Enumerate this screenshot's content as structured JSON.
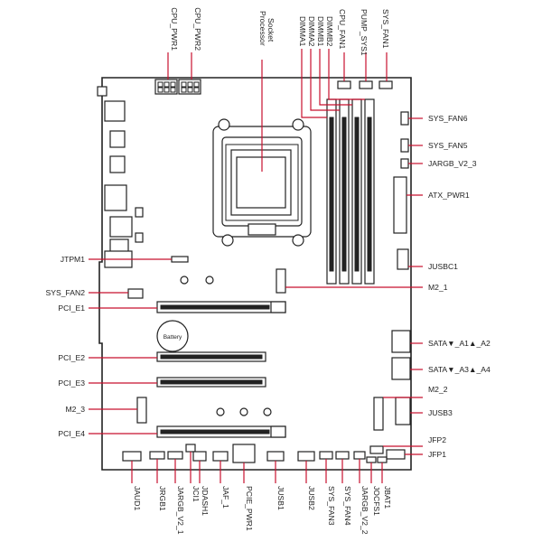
{
  "labels": {
    "cpu_pwr1": "CPU_PWR1",
    "cpu_pwr2": "CPU_PWR2",
    "processor_socket_line1": "Processor",
    "processor_socket_line2": "Socket",
    "dimmb2": "DIMMB2",
    "dimmb1": "DIMMB1",
    "dimma2": "DIMMA2",
    "dimma1": "DIMMA1",
    "cpu_fan1": "CPU_FAN1",
    "pump_sys1": "PUMP_SYS1",
    "sys_fan1": "SYS_FAN1",
    "sys_fan6": "SYS_FAN6",
    "sys_fan5": "SYS_FAN5",
    "jargb_v2_3": "JARGB_V2_3",
    "atx_pwr1": "ATX_PWR1",
    "jusbc1": "JUSBC1",
    "m2_1": "M2_1",
    "sata_a1_a2": "SATA▼_A1▲_A2",
    "sata_a3_a4": "SATA▼_A3▲_A4",
    "m2_2": "M2_2",
    "jusb3": "JUSB3",
    "jfp2": "JFP2",
    "jfp1": "JFP1",
    "jtpm1": "JTPM1",
    "sys_fan2": "SYS_FAN2",
    "pci_e1": "PCI_E1",
    "pci_e2": "PCI_E2",
    "pci_e3": "PCI_E3",
    "m2_3": "M2_3",
    "pci_e4": "PCI_E4",
    "battery": "Battery",
    "jaud1": "JAUD1",
    "jrgb1": "JRGB1",
    "jargb_v2_1": "JARGB_V2_1",
    "jci1": "JCI1",
    "jdash1": "JDASH1",
    "jaf_1": "JAF_1",
    "pcie_pwr1": "PCIE_PWR1",
    "jusb1": "JUSB1",
    "jusb2": "JUSB2",
    "sys_fan3": "SYS_FAN3",
    "sys_fan4": "SYS_FAN4",
    "jargb_v2_2": "JARGB_V2_2",
    "jocfs1": "JOCFS1",
    "jbat1": "JBAT1"
  },
  "colors": {
    "leader": "#c8102e",
    "outline": "#222222"
  }
}
